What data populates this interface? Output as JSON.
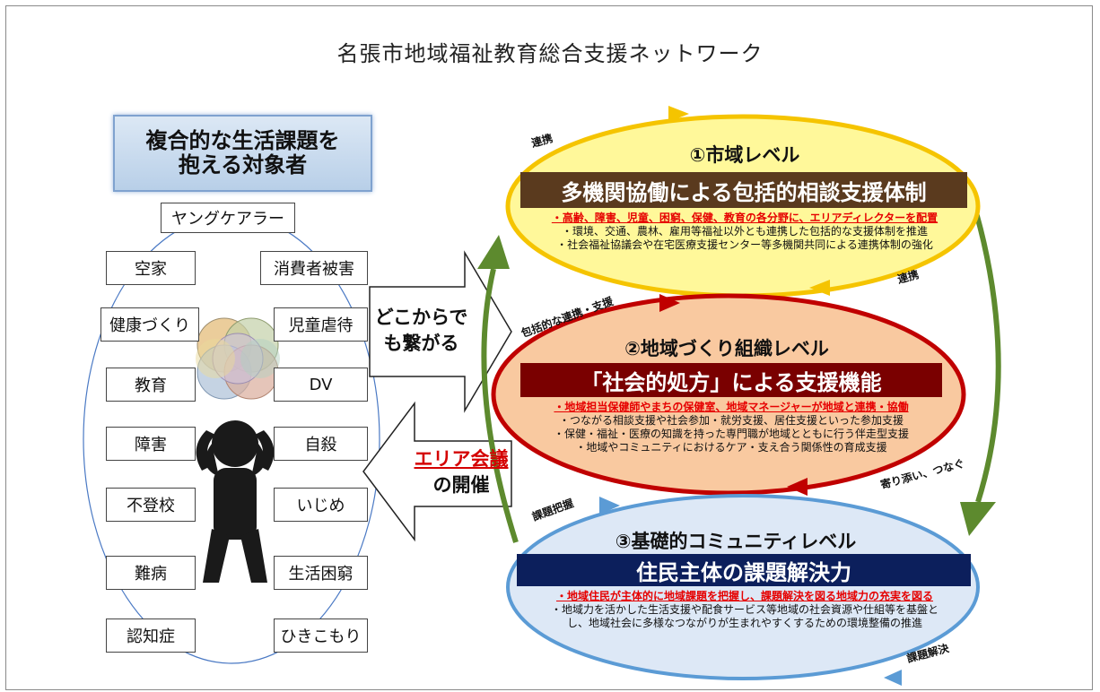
{
  "title": "名張市地域福祉教育総合支援ネットワーク",
  "target": {
    "line1": "複合的な生活課題を",
    "line2": "抱える対象者"
  },
  "issues": {
    "top": "ヤングケアラー",
    "left": [
      "空家",
      "健康づくり",
      "教育",
      "障害",
      "不登校",
      "難病",
      "認知症"
    ],
    "right": [
      "消費者被害",
      "児童虐待",
      "DV",
      "自殺",
      "いじめ",
      "生活困窮",
      "ひきこもり"
    ]
  },
  "arrow_right": {
    "line1": "どこからで",
    "line2": "も繋がる"
  },
  "arrow_left": {
    "line1": "エリア会議",
    "line2": "の開催"
  },
  "levels": {
    "city": {
      "heading": "①市域レベル",
      "banner": "多機関協働による包括的相談支援体制",
      "red": "・高齢、障害、児童、困窮、保健、教育の各分野に、エリアディレクターを配置",
      "lines": [
        "・環境、交通、農林、雇用等福祉以外とも連携した包括的な支援体制を推進",
        "・社会福祉協議会や在宅医療支援センター等多機関共同による連携体制の強化"
      ]
    },
    "organization": {
      "heading": "②地域づくり組織レベル",
      "banner": "「社会的処方」による支援機能",
      "red": "・地域担当保健師やまちの保健室、地域マネージャーが地域と連携・協働",
      "lines": [
        "・つながる相談支援や社会参加・就労支援、居住支援といった参加支援",
        "・保健・福祉・医療の知識を持った専門職が地域とともに行う伴走型支援",
        "・地域やコミュニティにおけるケア・支え合う関係性の育成支援"
      ]
    },
    "community": {
      "heading": "③基礎的コミュニティレベル",
      "banner": "住民主体の課題解決力",
      "red": "・地域住民が主体的に地域課題を把握し、課題解決を図る地域力の充実を図る",
      "lines": [
        "・地域力を活かした生活支援や配食サービス等地域の社会資源や仕組等を基盤と",
        "し、地域社会に多様なつながりが生まれやすくするための環境整備の推進"
      ]
    }
  },
  "labels": {
    "renkei_top": "連携",
    "renkei_right": "連携",
    "hokatsu": "包括的な連携・支援",
    "yorisoi": "寄り添い、つなぐ",
    "haaku": "課題把握",
    "kaiketsu": "課題解決"
  },
  "colors": {
    "city_fill": "#fff89a",
    "city_border": "#f5c400",
    "city_banner": "#5a3a1e",
    "org_fill": "#f9c9a0",
    "org_border": "#c00000",
    "org_banner": "#7a0000",
    "comm_fill": "#dde8f6",
    "comm_border": "#5b9bd5",
    "comm_banner": "#0c1f5c",
    "green_arrow": "#5d8a2e"
  }
}
